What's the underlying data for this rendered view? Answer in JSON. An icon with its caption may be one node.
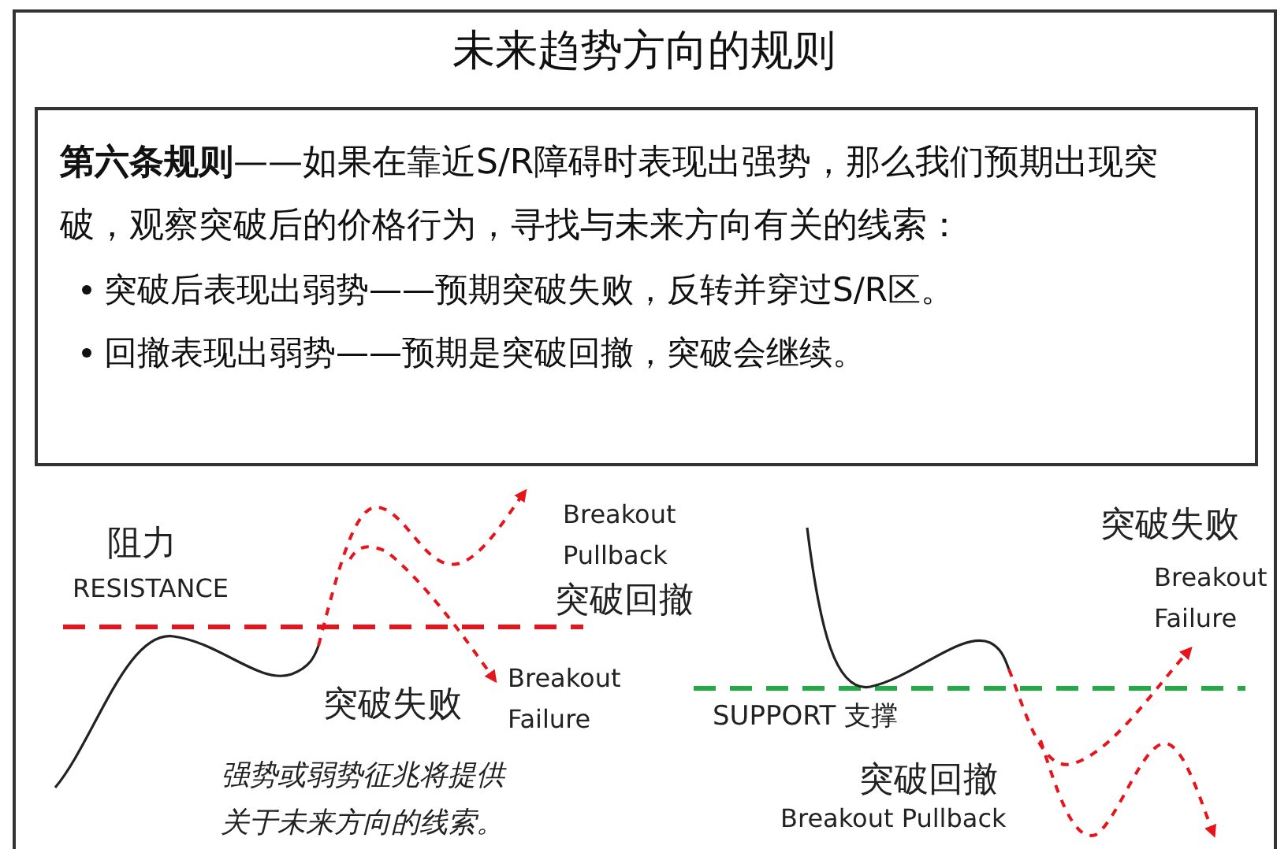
{
  "diagram": {
    "title": "未来趋势方向的规则",
    "nodes": [
      {
        "text": [
          "**第六条规则**——如果在靠近S/R障碍时表现出强势，那么我们预期出现突破，观察突破后的价格行为，寻找与未来方向有关的线索：",
          "突破后表现出弱势——预期突破失败，反转并穿过S/R区。",
          "回撤表现出弱势——预期是突破回撤，突破会继续。"
        ]
      }
    ],
    "labels": [
      "阻力",
      "RESISTANCE",
      "Breakout Pullback",
      "突破回撤",
      "突破失败",
      "Breakout Failure",
      "强势或弱势征兆将提供关于未来方向的线索。",
      "突破失败",
      "Breakout Failure",
      "SUPPORT 支撑",
      "突破回撤",
      "Breakout Pullback"
    ]
  }
}
